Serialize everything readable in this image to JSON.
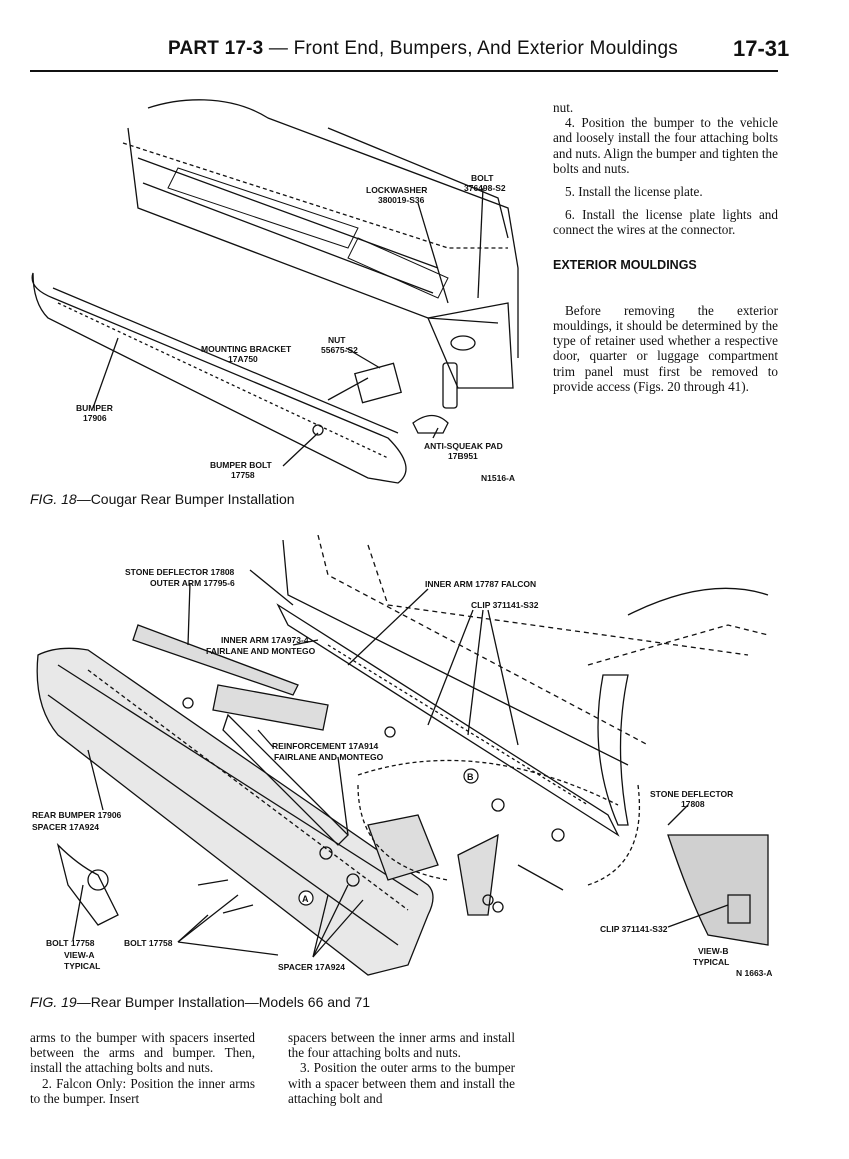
{
  "header": {
    "part": "PART 17-3",
    "title": "— Front End, Bumpers, And Exterior Mouldings",
    "page_number": "17-31"
  },
  "right_column": {
    "p0": "nut.",
    "step4": "4. Position the bumper to the vehicle and loosely install the four attaching bolts and nuts. Align the bumper and tighten the bolts and nuts.",
    "step5": "5. Install the license plate.",
    "step6": "6. Install the license plate lights and connect the wires at the connector.",
    "section_title": "EXTERIOR MOULDINGS",
    "section_para": "Before removing the exterior mouldings, it should be determined by the type of retainer used whether a respective door, quarter or luggage compartment trim panel must first be removed to provide access (Figs. 20 through 41)."
  },
  "fig18": {
    "label_bolt": "BOLT",
    "label_bolt_num": "376498-S2",
    "label_lockwasher": "LOCKWASHER",
    "label_lockwasher_num": "380019-S36",
    "label_nut": "NUT",
    "label_nut_num": "55675-S2",
    "label_bracket": "MOUNTING BRACKET",
    "label_bracket_num": "17A750",
    "label_bumper": "BUMPER",
    "label_bumper_num": "17906",
    "label_bumper_bolt": "BUMPER BOLT",
    "label_bumper_bolt_num": "17758",
    "label_pad": "ANTI-SQUEAK PAD",
    "label_pad_num": "17B951",
    "code": "N1516-A",
    "caption_prefix": "FIG. 18",
    "caption_text": "—Cougar Rear Bumper Installation"
  },
  "fig19": {
    "label_stone_def": "STONE DEFLECTOR 17808",
    "label_outer_arm": "OUTER ARM 17795-6",
    "label_inner_arm_falcon": "INNER ARM 17787 FALCON",
    "label_clip": "CLIP 371141-S32",
    "label_inner_arm": "INNER ARM 17A973-4",
    "label_inner_arm_sub": "FAIRLANE AND MONTEGO",
    "label_reinf": "REINFORCEMENT 17A914",
    "label_reinf_sub": "FAIRLANE AND MONTEGO",
    "label_rear_bumper": "REAR BUMPER 17906",
    "label_spacer": "SPACER 17A924",
    "label_stone_def2": "STONE DEFLECTOR",
    "label_stone_def2_num": "17808",
    "label_bolt1": "BOLT 17758",
    "label_bolt2": "BOLT 17758",
    "label_view_a": "VIEW-A",
    "label_typical_a": "TYPICAL",
    "label_spacer2": "SPACER 17A924",
    "label_clip2": "CLIP 371141-S32",
    "label_view_b": "VIEW-B",
    "label_typical_b": "TYPICAL",
    "code": "N 1663-A",
    "marker_a": "A",
    "marker_b": "B",
    "caption_prefix": "FIG. 19",
    "caption_text": "—Rear Bumper Installation—Models 66 and 71"
  },
  "bottom_text": {
    "col1": "arms to the bumper with spacers inserted between the arms and bumper. Then, install the attaching bolts and nuts.",
    "col1_step2": "2. Falcon Only: Position the inner arms to the bumper. Insert",
    "col2": "spacers between the inner arms and install the four attaching bolts and nuts.",
    "col2_step3": "3. Position the outer arms to the bumper with a spacer between them and install the attaching bolt and"
  }
}
